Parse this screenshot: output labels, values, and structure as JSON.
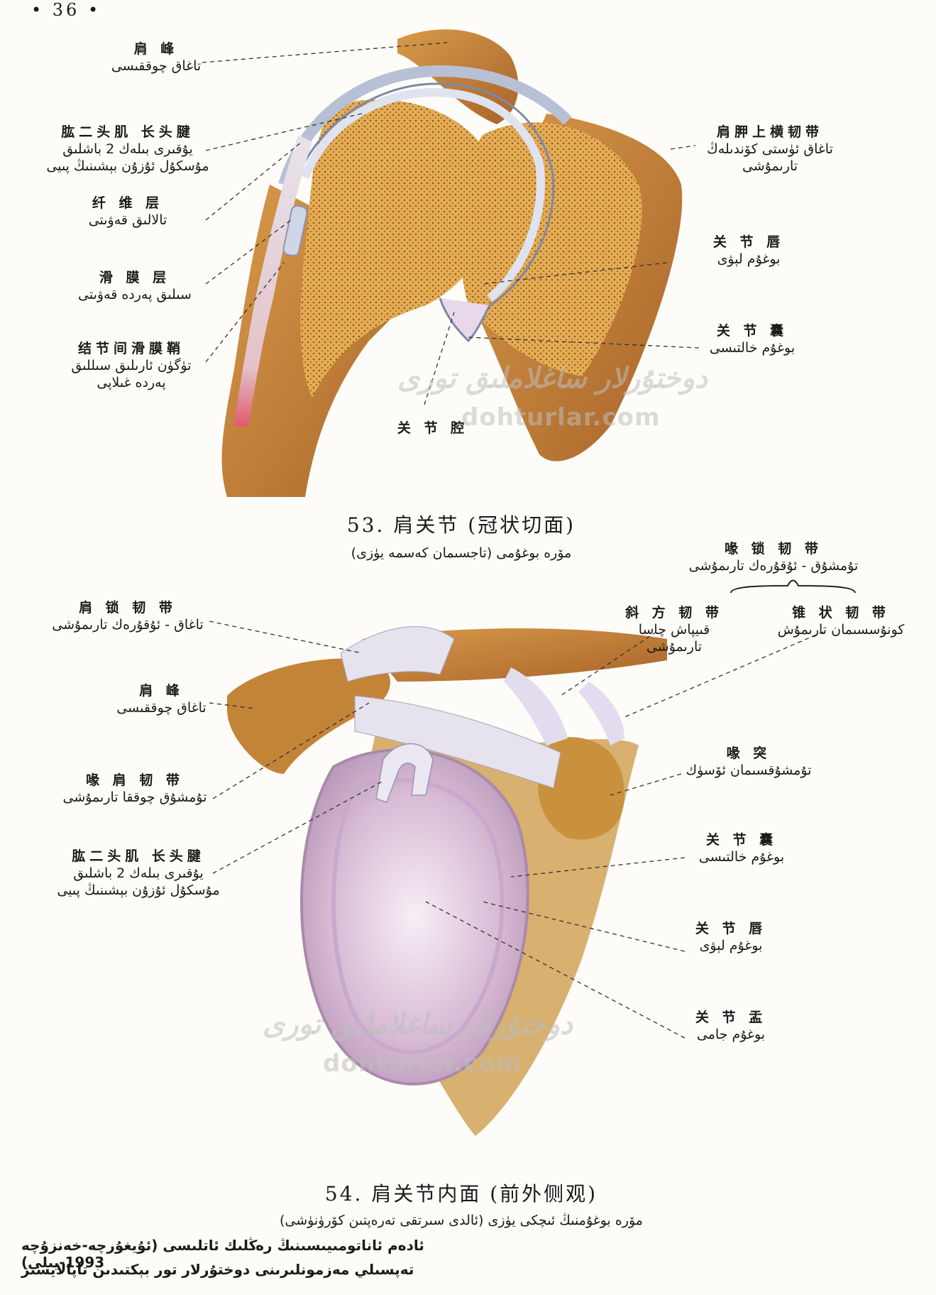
{
  "page_number": "• 36 •",
  "figure53": {
    "title_zh": "53.   肩关节   (冠状切面)",
    "title_ug": "مۆرە بوغۇمى (تاجسىمان كەسمە يۈزى)",
    "labels": {
      "acromion": {
        "zh": "肩    峰",
        "ug": "تاغاق چوققىسى"
      },
      "biceps": {
        "zh": "肱二头肌 长头腱",
        "ug1": "يۇقىرى بىلەك 2 باشلىق",
        "ug2": "مۇسكۇل ئۇزۇن بېشىنىڭ پىيى"
      },
      "fibrous": {
        "zh": "纤  维  层",
        "ug": "تالالىق قەۋىتى"
      },
      "synovial": {
        "zh": "滑  膜  层",
        "ug": "سىلىق پەردە قەۋىتى"
      },
      "sheath": {
        "zh": "结节间滑膜鞘",
        "ug1": "تۈگۈن ئارىلىق سىللىق",
        "ug2": "پەردە غىلاپى"
      },
      "transverse": {
        "zh": "肩胛上横韧带",
        "ug1": "تاغاق ئۈستى كۆندىلەڭ",
        "ug2": "تارىمۇشى"
      },
      "labrum": {
        "zh": "关  节  唇",
        "ug": "بوغۇم لېۋى"
      },
      "capsule": {
        "zh": "关  节  囊",
        "ug": "بوغۇم خالتىسى"
      },
      "cavity": {
        "zh": "关  节  腔"
      }
    }
  },
  "figure54": {
    "title_zh": "54.   肩关节内面   (前外侧观)",
    "title_ug": "مۆرە بوغۇمنىڭ ئىچكى يۈزى (ئالدى سىرتقى تەرەپتىن كۆرۈنۈشى)",
    "labels": {
      "coracoclavicular": {
        "zh": "喙 锁 韧 带",
        "ug": "تۇمشۇق - ئۇقۇرەك تارىمۇشى"
      },
      "trapezoid": {
        "zh": "斜 方 韧 带",
        "ug": "قىيپاش چاسا تارىمۇشى"
      },
      "conoid": {
        "zh": "锥 状 韧 带",
        "ug": "كونۇسسىمان تارىمۇش"
      },
      "acromioclavicular": {
        "zh": "肩 锁 韧 带",
        "ug": "تاغاق - ئۇقۇرەك تارىمۇشى"
      },
      "acromion": {
        "zh": "肩    峰",
        "ug": "تاغاق چوققىسى"
      },
      "coracoacromial": {
        "zh": "喙 肩 韧 带",
        "ug": "تۇمشۇق چوققا تارىمۇشى"
      },
      "coracoid": {
        "zh": "喙    突",
        "ug": "تۇمشۇقسىمان ئۆسۈك"
      },
      "biceps": {
        "zh": "肱二头肌 长头腱",
        "ug1": "يۇقىرى بىلەك 2 باشلىق",
        "ug2": "مۇسكۇل ئۇزۇن بېشىنىڭ پىيى"
      },
      "capsule": {
        "zh": "关  节  囊",
        "ug": "بوغۇم خالتىسى"
      },
      "labrum": {
        "zh": "关  节  唇",
        "ug": "بوغۇم لېۋى"
      },
      "glenoid": {
        "zh": "关  节  盂",
        "ug": "بوغۇم جامى"
      }
    }
  },
  "watermark": {
    "ug": "دوختۇرلار ساغلاملىق تورى",
    "en": "dohturlar.com"
  },
  "footer": {
    "line1": "ئادەم ئاناتومىيىسىنىڭ رەڭلىك ئاتلىسى (ئۇيغۇرچە-خەنزۇچە 1993-يىلى)",
    "line2": "تەپسىلي مەزمونلىرىنى دوختۇرلار تور بېكتىدىن تاپالايسىز"
  },
  "colors": {
    "bone": "#c98a3c",
    "spongy": "#e0a84c",
    "cartilage": "#dfe3ef",
    "capsule": "#d8c6e0",
    "ligament": "#e6e2ee"
  }
}
